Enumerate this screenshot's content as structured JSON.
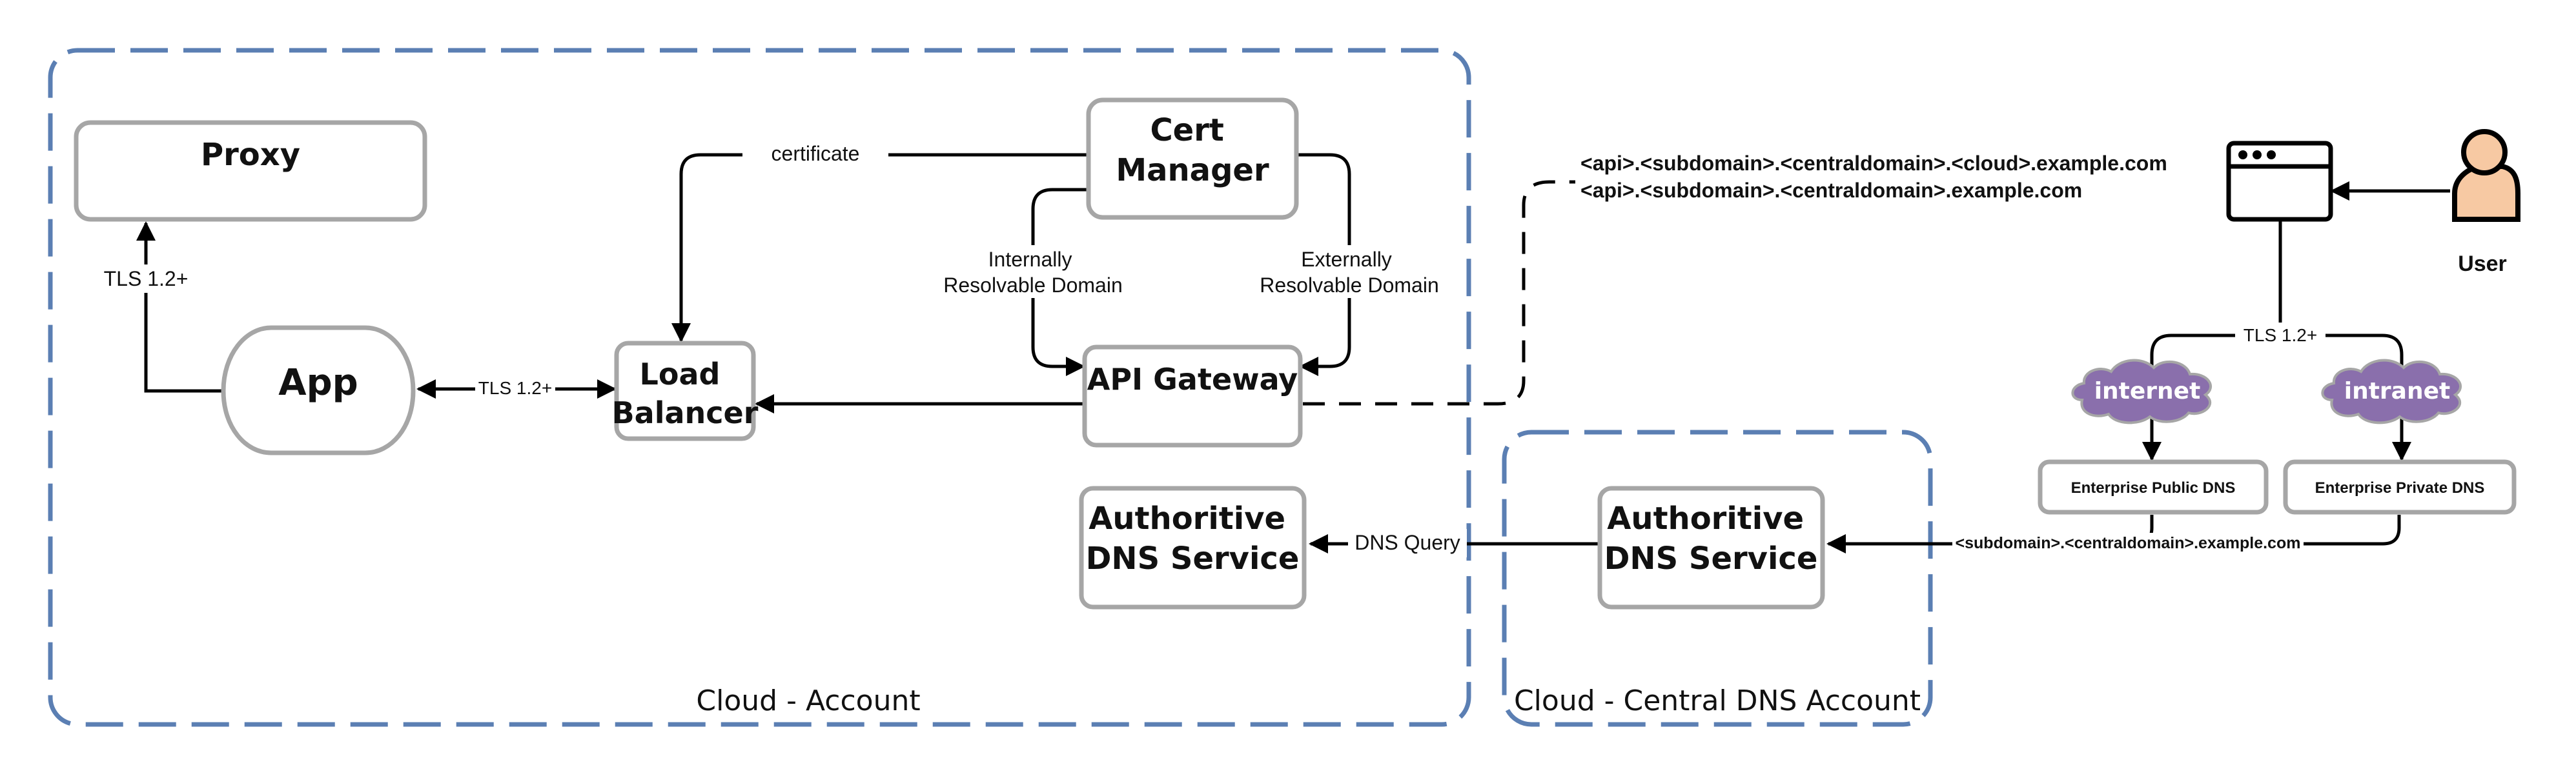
{
  "regions": {
    "cloud_account": "Cloud - Account",
    "central_dns_account": "Cloud - Central DNS Account"
  },
  "nodes": {
    "proxy": "Proxy",
    "app": "App",
    "load_balancer": [
      "Load",
      "Balancer"
    ],
    "cert_manager": [
      "Cert",
      "Manager"
    ],
    "api_gateway": "API Gateway",
    "auth_dns_cloud": [
      "Authoritive",
      "DNS Service"
    ],
    "auth_dns_central": [
      "Authoritive",
      "DNS Service"
    ],
    "internet": "internet",
    "intranet": "intranet",
    "public_dns": "Enterprise Public DNS",
    "private_dns": "Enterprise Private DNS",
    "user": "User"
  },
  "edges": {
    "tls_proxy": "TLS 1.2+",
    "tls_app_lb": "TLS 1.2+",
    "tls_user": "TLS 1.2+",
    "certificate": "certificate",
    "internal_domain": [
      "Internally",
      "Resolvable Domain"
    ],
    "external_domain": [
      "Externally",
      "Resolvable Domain"
    ],
    "dns_query": "DNS Query",
    "subdomain_record": "<subdomain>.<centraldomain>.example.com",
    "api_cloud_domain": "<api>.<subdomain>.<centraldomain>.<cloud>.example.com",
    "api_domain": "<api>.<subdomain>.<centraldomain>.example.com"
  },
  "colors": {
    "region_border": "#5b7fb3",
    "node_border": "#a6a6a6",
    "cloud_fill": "#8a6fac",
    "user_skin": "#f7c9a3"
  }
}
